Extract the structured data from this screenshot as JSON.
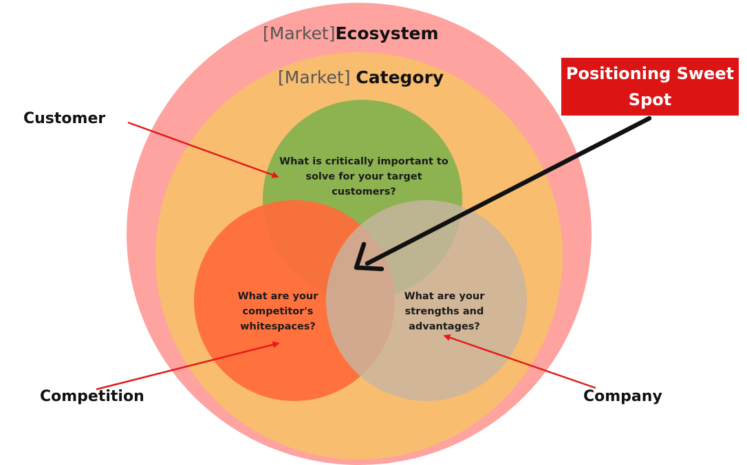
{
  "rings": {
    "ecosystem": {
      "bracket": "[Market]",
      "bold": "Ecosystem"
    },
    "category": {
      "bracket": "[Market]",
      "bold": "Category"
    }
  },
  "circles": {
    "customer": {
      "label": "Customer",
      "question_lines": [
        "What is critically important to",
        "solve for your target",
        "customers?"
      ]
    },
    "competition": {
      "label": "Competition",
      "question_lines": [
        "What are your",
        "competitor's",
        "whitespaces?"
      ]
    },
    "company": {
      "label": "Company",
      "question_lines": [
        "What are your",
        "strengths and",
        "advantages?"
      ]
    }
  },
  "callout": {
    "lines": [
      "Positioning Sweet",
      "Spot"
    ]
  },
  "colors": {
    "ecosystem": "#fea3a0",
    "category": "#f8bd6f",
    "customer": "#87b24f",
    "competition": "#ff6c3a",
    "company": "#c8b4a0",
    "arrow_red": "#e41a1a",
    "callout_bg": "#dc1414"
  }
}
